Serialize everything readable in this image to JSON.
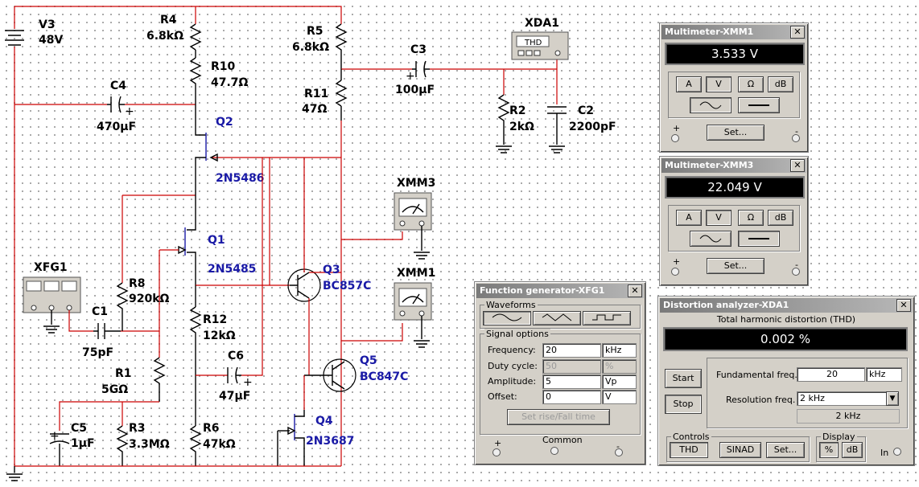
{
  "schematic": {
    "v3": {
      "ref": "V3",
      "value": "48V"
    },
    "r4": {
      "ref": "R4",
      "value": "6.8kΩ"
    },
    "r10": {
      "ref": "R10",
      "value": "47.7Ω"
    },
    "r5": {
      "ref": "R5",
      "value": "6.8kΩ"
    },
    "r11": {
      "ref": "R11",
      "value": "47Ω"
    },
    "c3": {
      "ref": "C3",
      "value": "100µF"
    },
    "c4": {
      "ref": "C4",
      "value": "470µF"
    },
    "q2": {
      "ref": "Q2",
      "model": "2N5486"
    },
    "q1": {
      "ref": "Q1",
      "model": "2N5485"
    },
    "q3": {
      "ref": "Q3",
      "model": "BC857C"
    },
    "q5": {
      "ref": "Q5",
      "model": "BC847C"
    },
    "q4": {
      "ref": "Q4",
      "model": "2N3687"
    },
    "xfg1": {
      "ref": "XFG1"
    },
    "c1": {
      "ref": "C1",
      "value": "75pF"
    },
    "r8": {
      "ref": "R8",
      "value": "920kΩ"
    },
    "r1": {
      "ref": "R1",
      "value": "5GΩ"
    },
    "r12": {
      "ref": "R12",
      "value": "12kΩ"
    },
    "c6": {
      "ref": "C6",
      "value": "47µF"
    },
    "c5": {
      "ref": "C5",
      "value": "1µF"
    },
    "r3": {
      "ref": "R3",
      "value": "3.3MΩ"
    },
    "r6": {
      "ref": "R6",
      "value": "47kΩ"
    },
    "xmm3": {
      "ref": "XMM3"
    },
    "xmm1": {
      "ref": "XMM1"
    },
    "xda1": {
      "ref": "XDA1",
      "face": "THD"
    },
    "r2": {
      "ref": "R2",
      "value": "2kΩ"
    },
    "c2": {
      "ref": "C2",
      "value": "2200pF"
    }
  },
  "multimeter1": {
    "title": "Multimeter-XMM1",
    "reading": "3.533 V",
    "buttons": [
      "A",
      "V",
      "Ω",
      "dB"
    ],
    "active": "V",
    "set_label": "Set...",
    "plus": "+",
    "minus": "-"
  },
  "multimeter3": {
    "title": "Multimeter-XMM3",
    "reading": "22.049 V",
    "buttons": [
      "A",
      "V",
      "Ω",
      "dB"
    ],
    "active": "V",
    "set_label": "Set...",
    "plus": "+",
    "minus": "-"
  },
  "function_generator": {
    "title": "Function generator-XFG1",
    "waveforms_label": "Waveforms",
    "signal_options_label": "Signal options",
    "frequency": {
      "label": "Frequency:",
      "value": "20",
      "unit": "kHz"
    },
    "duty": {
      "label": "Duty cycle:",
      "value": "50",
      "unit": "%"
    },
    "amplitude": {
      "label": "Amplitude:",
      "value": "5",
      "unit": "Vp"
    },
    "offset": {
      "label": "Offset:",
      "value": "0",
      "unit": "V"
    },
    "rise_fall_label": "Set rise/Fall time",
    "common_label": "Common",
    "plus": "+",
    "minus": "-"
  },
  "distortion": {
    "title": "Distortion analyzer-XDA1",
    "heading": "Total harmonic distortion (THD)",
    "reading": "0.002 %",
    "start_label": "Start",
    "stop_label": "Stop",
    "fundamental": {
      "label": "Fundamental freq.",
      "value": "20",
      "unit": "kHz"
    },
    "resolution": {
      "label": "Resolution freq.",
      "value": "2 kHz",
      "readout": "2 kHz"
    },
    "controls_label": "Controls",
    "display_label": "Display",
    "thd_label": "THD",
    "sinad_label": "SINAD",
    "set_label": "Set...",
    "pct_label": "%",
    "db_label": "dB",
    "in_label": "In"
  }
}
